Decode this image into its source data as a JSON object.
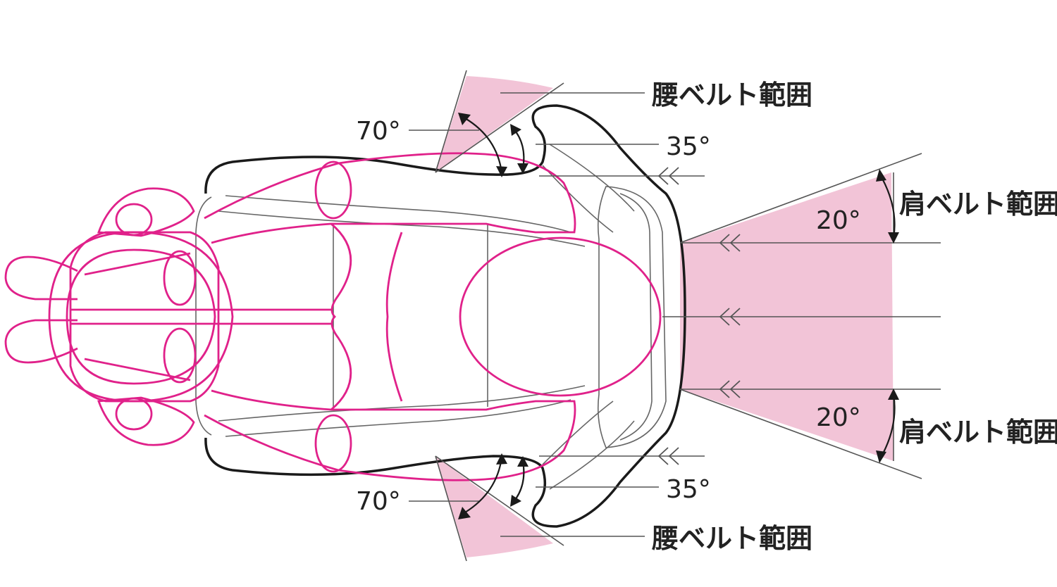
{
  "labels": {
    "waist_belt_top": "腰ベルト範囲",
    "waist_belt_bottom": "腰ベルト範囲",
    "shoulder_belt_top": "肩ベルト範囲",
    "shoulder_belt_bottom": "肩ベルト範囲",
    "angle_70_top": "70°",
    "angle_70_bottom": "70°",
    "angle_35_top": "35°",
    "angle_35_bottom": "35°",
    "angle_20_top": "20°",
    "angle_20_bottom": "20°"
  },
  "colors": {
    "body_outline": "#e0218a",
    "zone_fill": "#f2c4d7",
    "seat_outline": "#1a1a1a",
    "guide_line": "#555555"
  }
}
